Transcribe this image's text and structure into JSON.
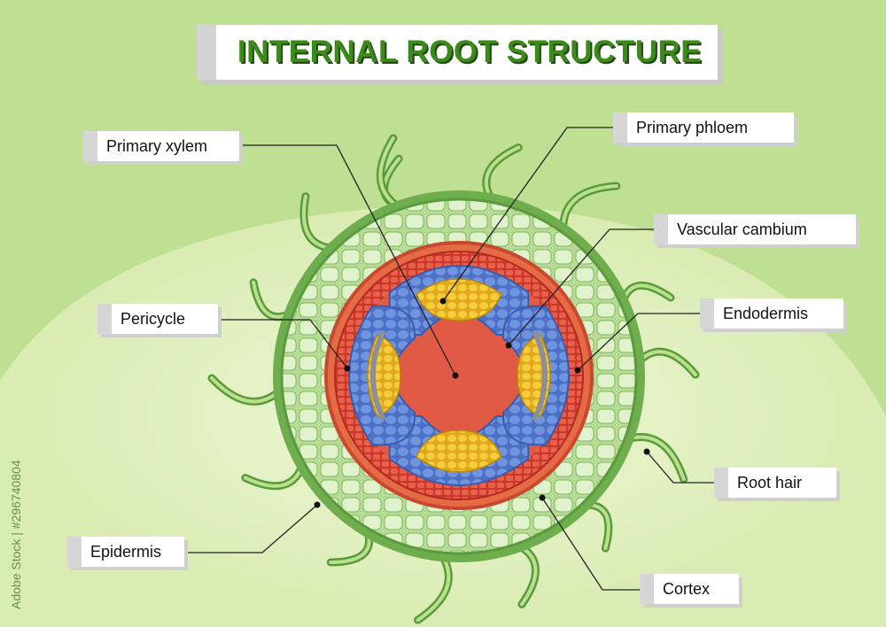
{
  "title": "INTERNAL ROOT STRUCTURE",
  "labels": {
    "primary_xylem": "Primary xylem",
    "primary_phloem": "Primary phloem",
    "vascular_cambium": "Vascular cambium",
    "pericycle": "Pericycle",
    "endodermis": "Endodermis",
    "root_hair": "Root hair",
    "epidermis": "Epidermis",
    "cortex": "Cortex"
  },
  "watermark": "Adobe Stock | #296740804",
  "colors": {
    "background": "#bfe092",
    "glow": "#e1efbe",
    "epidermis": "#6fae4e",
    "cortex_cell": "#d9efc0",
    "endodermis": "#df4b3a",
    "xylem_center": "#e05a45",
    "phloem": "#f0c52a",
    "vascular": "#5f86d6",
    "cambium": "#8a8f99",
    "title_text": "#3c8a1c"
  }
}
